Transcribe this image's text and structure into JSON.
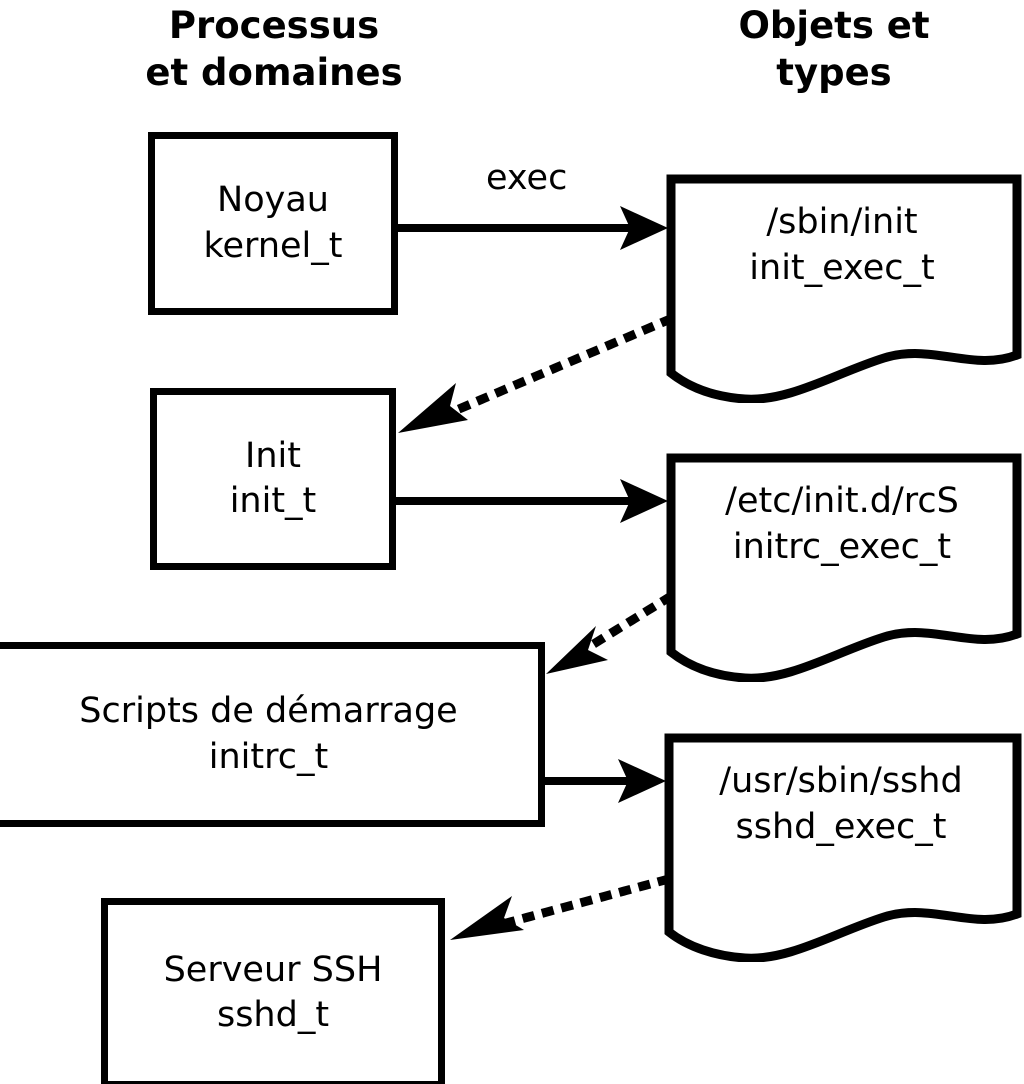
{
  "diagram": {
    "title_left": "Processus\net domaines",
    "title_right": "Objets et\ntypes",
    "stroke_color": "#000000",
    "background_color": "#ffffff"
  },
  "processes": [
    {
      "name": "Noyau",
      "type": "kernel_t"
    },
    {
      "name": "Init",
      "type": "init_t"
    },
    {
      "name": "Scripts de démarrage",
      "type": "initrc_t"
    },
    {
      "name": "Serveur SSH",
      "type": "sshd_t"
    }
  ],
  "objects": [
    {
      "path": "/sbin/init",
      "type": "init_exec_t"
    },
    {
      "path": "/etc/init.d/rcS",
      "type": "initrc_exec_t"
    },
    {
      "path": "/usr/sbin/sshd",
      "type": "sshd_exec_t"
    }
  ],
  "edges": [
    {
      "label": "exec",
      "style": "solid",
      "from": "Noyau",
      "to": "/sbin/init"
    },
    {
      "label": "",
      "style": "dotted",
      "from": "/sbin/init",
      "to": "Init"
    },
    {
      "label": "",
      "style": "solid",
      "from": "Init",
      "to": "/etc/init.d/rcS"
    },
    {
      "label": "",
      "style": "dotted",
      "from": "/etc/init.d/rcS",
      "to": "Scripts de démarrage"
    },
    {
      "label": "",
      "style": "solid",
      "from": "Scripts de démarrage",
      "to": "/usr/sbin/sshd"
    },
    {
      "label": "",
      "style": "dotted",
      "from": "/usr/sbin/sshd",
      "to": "Serveur SSH"
    }
  ]
}
